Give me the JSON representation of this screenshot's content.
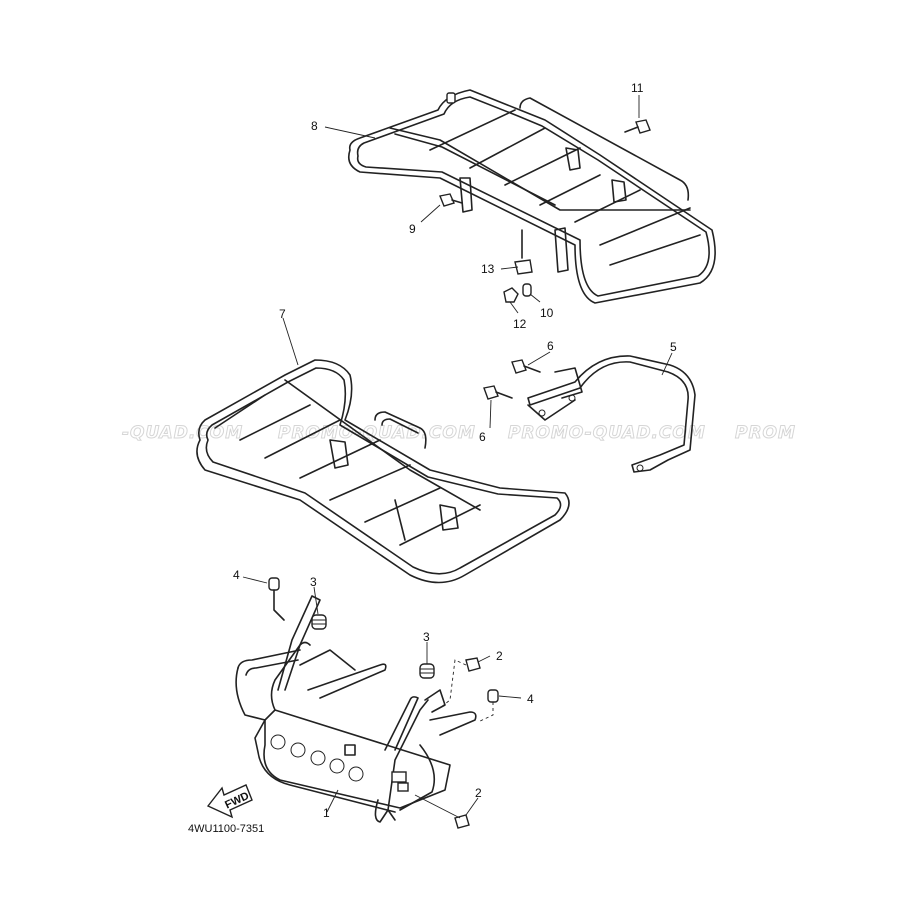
{
  "watermarks": [
    "-QUAD.COM",
    "PROMO-QUAD.COM",
    "PROMO-QUAD.COM",
    "PROM"
  ],
  "callouts": [
    "1",
    "2",
    "2",
    "3",
    "3",
    "4",
    "4",
    "5",
    "6",
    "6",
    "7",
    "8",
    "9",
    "10",
    "11",
    "12",
    "13"
  ],
  "fwd_label": "FWD",
  "diagram_code": "4WU1100-7351"
}
